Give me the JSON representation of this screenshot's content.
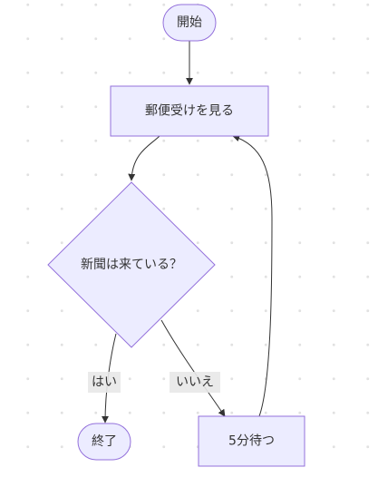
{
  "flowchart": {
    "nodes": {
      "start": {
        "label": "開始",
        "shape": "stadium"
      },
      "check_mailbox": {
        "label": "郵便受けを見る",
        "shape": "rectangle"
      },
      "decision": {
        "label": "新聞は来ている？",
        "shape": "diamond"
      },
      "end": {
        "label": "終了",
        "shape": "stadium"
      },
      "wait": {
        "label": "5分待つ",
        "shape": "rectangle"
      }
    },
    "edges": {
      "yes": {
        "label": "はい"
      },
      "no": {
        "label": "いいえ"
      }
    },
    "colors": {
      "node_fill": "#ECECFF",
      "node_stroke": "#9370DB",
      "edge": "#333333",
      "text": "#333333",
      "edge_label_bg": "#e8e8e8"
    }
  }
}
